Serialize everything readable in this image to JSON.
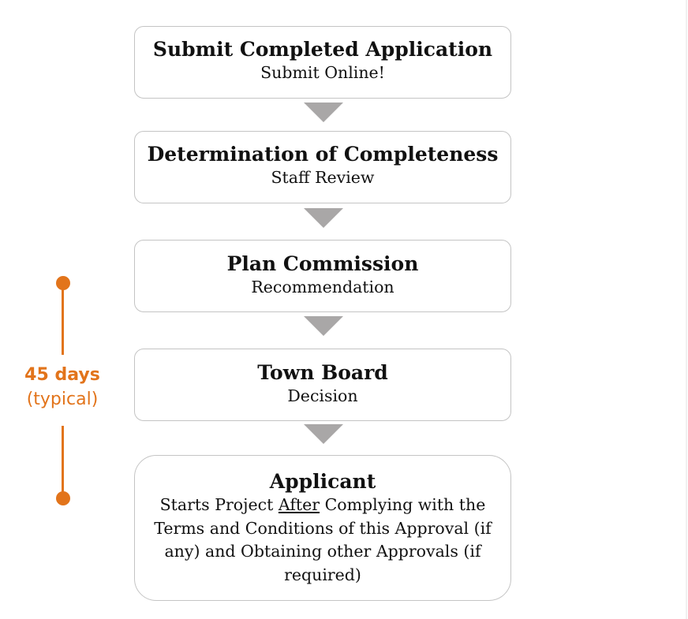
{
  "steps": [
    {
      "title": "Submit Completed Application",
      "subtitle": "Submit Online!"
    },
    {
      "title": "Determination of Completeness",
      "subtitle": "Staff Review"
    },
    {
      "title": "Plan Commission",
      "subtitle": "Recommendation"
    },
    {
      "title": "Town Board",
      "subtitle": "Decision"
    },
    {
      "title": "Applicant",
      "subtitle_before": "Starts Project ",
      "subtitle_underlined": "After",
      "subtitle_after": " Complying with the Terms and Conditions of this Approval (if any) and Obtaining other Approvals (if required)"
    }
  ],
  "timeline": {
    "duration": "45 days",
    "note": "(typical)"
  },
  "colors": {
    "accent": "#e2741b",
    "arrow": "#a9a7a7",
    "border": "#c4c4c4"
  }
}
